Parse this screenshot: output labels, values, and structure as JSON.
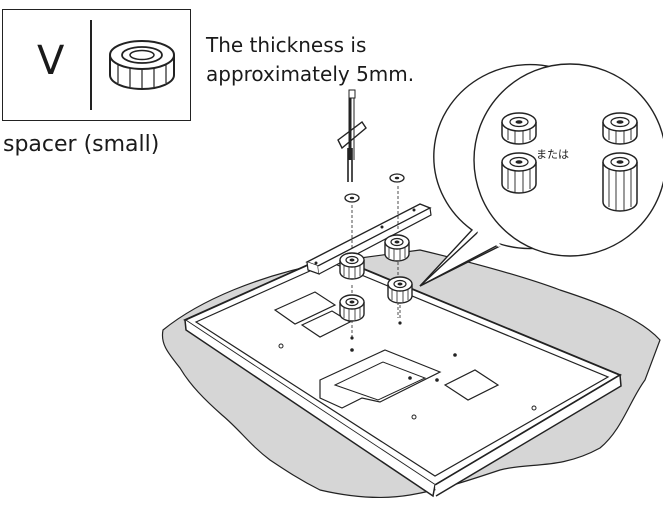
{
  "part_box": {
    "letter": "V",
    "caption": "spacer (small)",
    "icon": "spacer-small-icon"
  },
  "note": {
    "line1": "The thickness is",
    "line2": "approximately 5mm."
  },
  "zoom_callout": {
    "or_label": "または",
    "icons": [
      "spacer-small-icon",
      "spacer-small-icon",
      "spacer-medium-icon",
      "spacer-large-icon"
    ]
  },
  "colors": {
    "line": "#222222",
    "cloth": "#d9d9d9",
    "paper": "#ffffff"
  }
}
